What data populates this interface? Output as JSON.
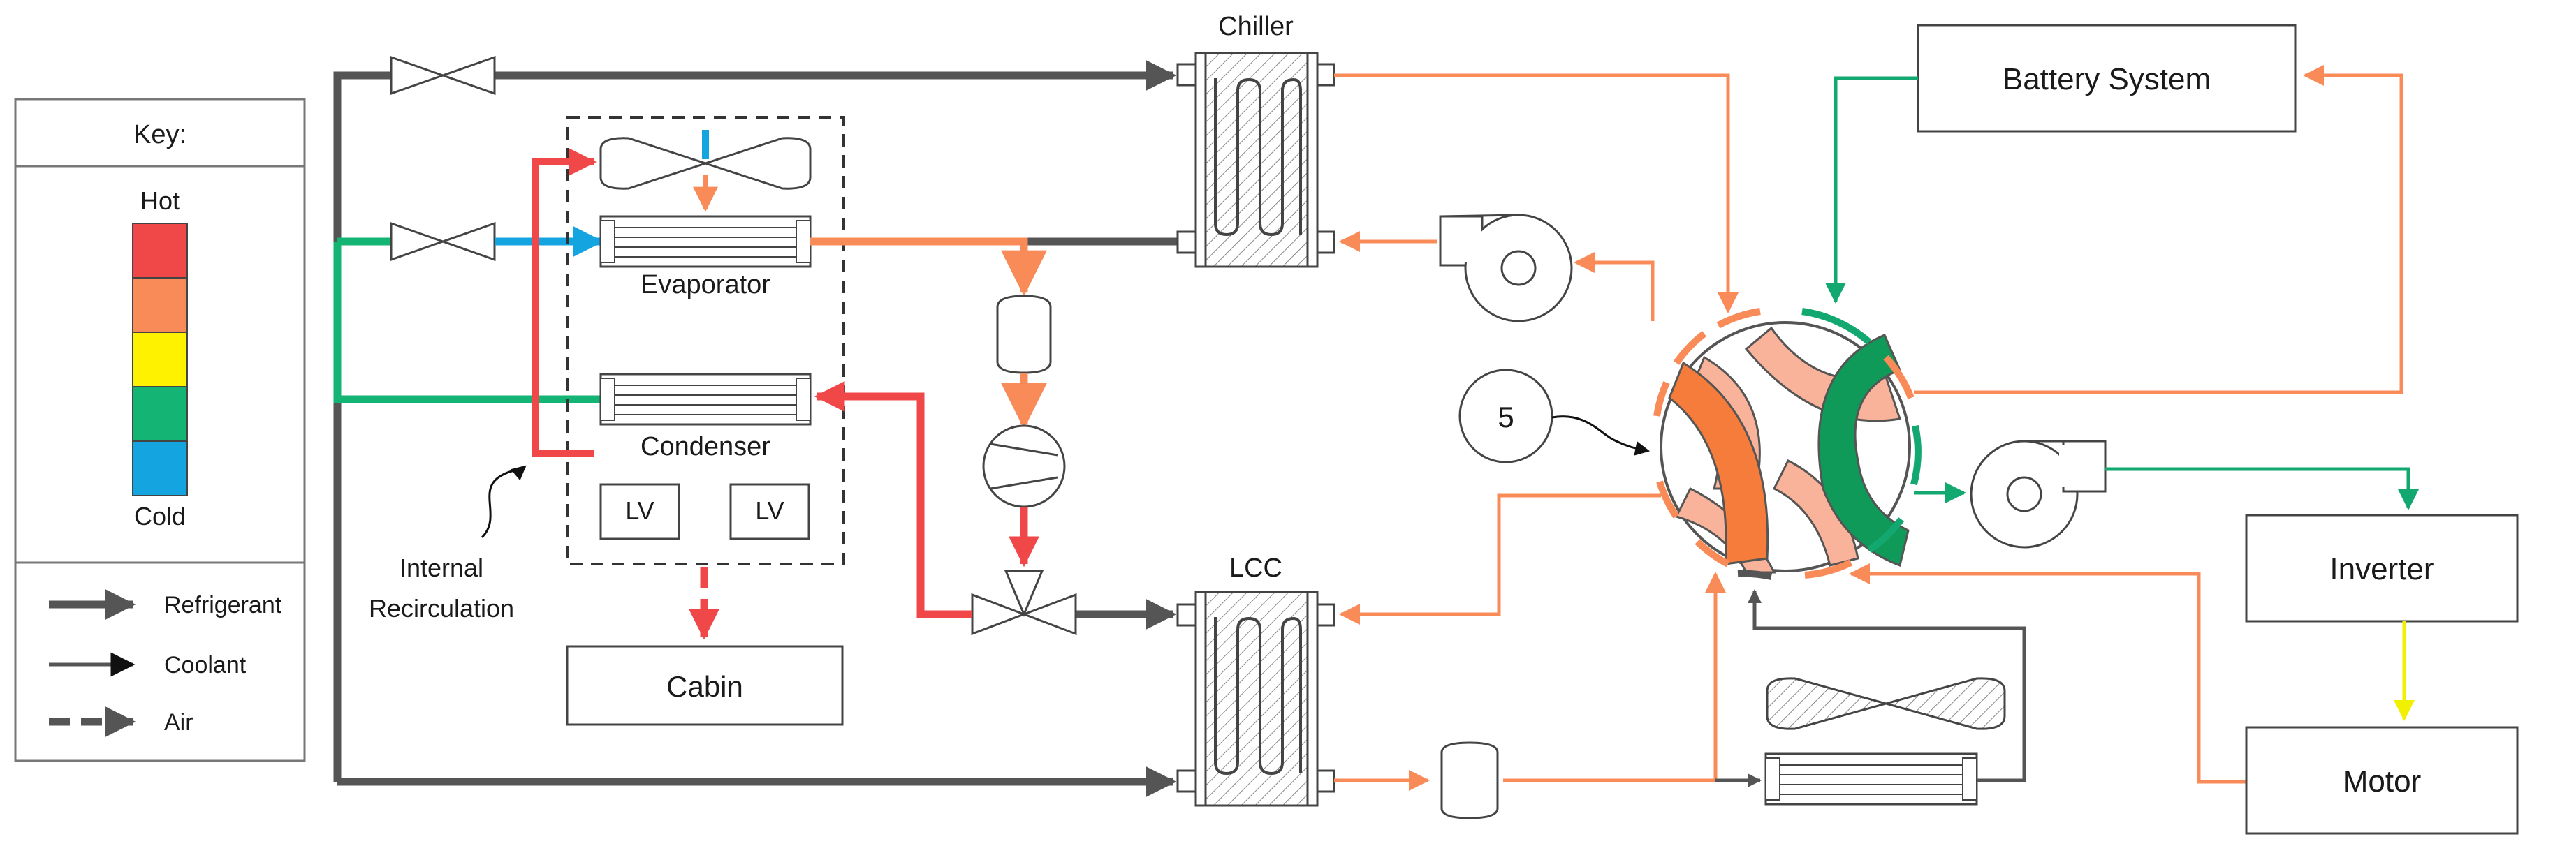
{
  "key": {
    "title": "Key:",
    "hot_label": "Hot",
    "cold_label": "Cold",
    "refrigerant_label": "Refrigerant",
    "coolant_label": "Coolant",
    "air_label": "Air",
    "scale_colors": [
      "#f04848",
      "#f98b58",
      "#fff200",
      "#14b574",
      "#14a5e0"
    ]
  },
  "labels": {
    "chiller": "Chiller",
    "lcc": "LCC",
    "evaporator": "Evaporator",
    "condenser": "Condenser",
    "lv_left": "LV",
    "lv_right": "LV",
    "cabin": "Cabin",
    "internal_recirc_line1": "Internal",
    "internal_recirc_line2": "Recirculation",
    "battery": "Battery System",
    "inverter": "Inverter",
    "motor": "Motor",
    "callout_number": "5"
  },
  "colors": {
    "refrigerant_line": "#555555",
    "hot_red": "#f04848",
    "warm_orange": "#f98b58",
    "light_salmon": "#f9b39a",
    "yellow": "#f0f000",
    "green": "#12a870",
    "cold_blue": "#14a5e0"
  }
}
